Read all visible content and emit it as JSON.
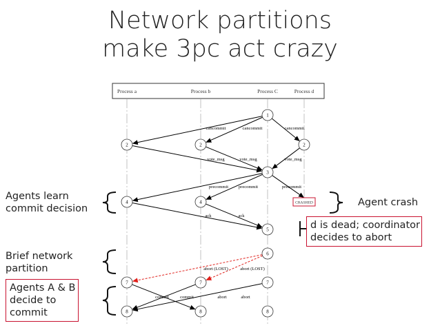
{
  "title": [
    "Network partitions",
    "make 3pc act crazy"
  ],
  "processes": [
    "Process a",
    "Process b",
    "Process C",
    "Process d"
  ],
  "nodes": [
    {
      "id": "c1",
      "label": "1"
    },
    {
      "id": "a2",
      "label": "2"
    },
    {
      "id": "b2",
      "label": "2"
    },
    {
      "id": "d2",
      "label": "2"
    },
    {
      "id": "c3",
      "label": "3"
    },
    {
      "id": "a4",
      "label": "4"
    },
    {
      "id": "b4",
      "label": "4"
    },
    {
      "id": "c5",
      "label": "5"
    },
    {
      "id": "c6",
      "label": "6"
    },
    {
      "id": "a7",
      "label": "7"
    },
    {
      "id": "b7",
      "label": "7"
    },
    {
      "id": "c7",
      "label": "7"
    },
    {
      "id": "a8",
      "label": "8"
    },
    {
      "id": "b8",
      "label": "8"
    },
    {
      "id": "c8",
      "label": "8"
    }
  ],
  "crashed_label": "CRASHED",
  "message_labels": {
    "cancommit": "cancommit",
    "vote_msg": "vote_msg",
    "precommit": "precommit",
    "ack": "ack",
    "abort_lost": "abort (LOST)",
    "commit": "commit",
    "abort": "abort"
  },
  "callouts": {
    "agents_learn": "Agents learn\ncommit decision",
    "agent_crash": "Agent crash",
    "d_dead": "d is dead; coordinator\ndecides to abort",
    "brief_partition": "Brief network\npartition",
    "agents_ab": "Agents A & B\ndecide to\ncommit"
  },
  "colors": {
    "lost_message": "#e0201b",
    "callout_border": "#c8102e",
    "lifeline": "#9a9a9a"
  }
}
